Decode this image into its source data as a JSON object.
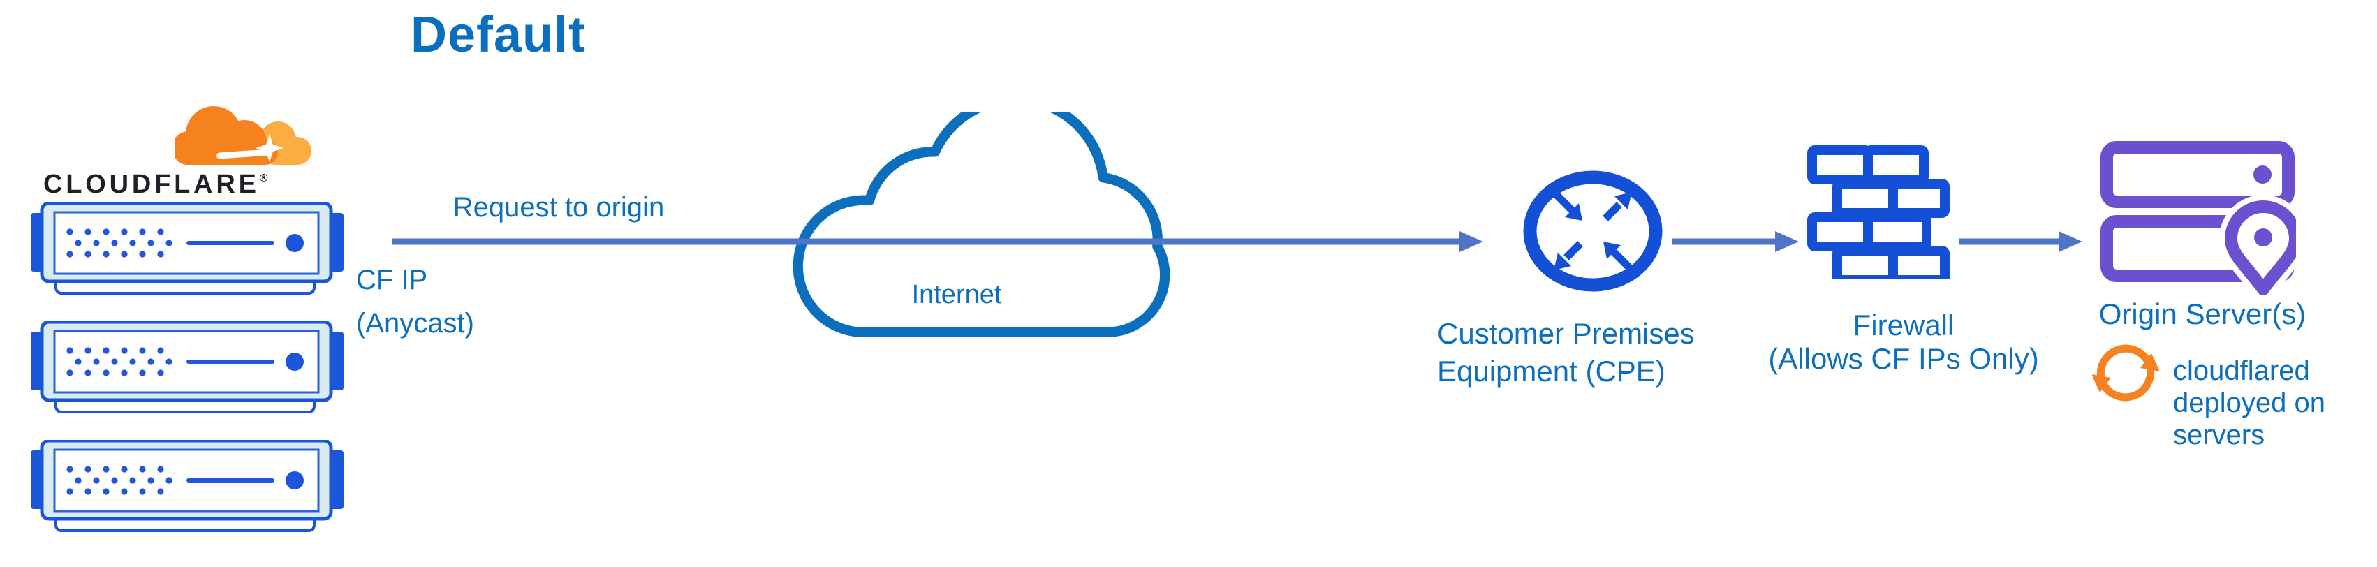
{
  "title": "Default",
  "brand": {
    "wordmark": "CLOUDFLARE",
    "registered_mark": "®"
  },
  "labels": {
    "request_to_origin": "Request to origin",
    "cf_ip": {
      "line1": "CF IP",
      "line2": "(Anycast)"
    },
    "internet": "Internet",
    "cpe": {
      "line1": "Customer Premises",
      "line2": "Equipment (CPE)"
    },
    "firewall": {
      "line1": "Firewall",
      "line2": "(Allows CF IPs Only)"
    },
    "origin_servers": "Origin Server(s)",
    "cloudflared": {
      "line1": "cloudflared",
      "line2": "deployed on",
      "line3": "servers"
    }
  },
  "icons": {
    "cloudflare_logo": "orange cloudflare cloud logo",
    "edge_servers": "three stacked blue rack servers",
    "internet_cloud": "blue outline cloud",
    "cpe_router": "circle with four crossing arrows",
    "firewall": "blue brick wall",
    "origin_server": "purple server stack with location pin",
    "sync_arrows": "orange circular refresh arrows"
  },
  "colors": {
    "label_text": "#0c6fbe",
    "cloud_stroke": "#0c6fbe",
    "royal_blue_icons": "#1450d6",
    "connector": "#4f75c8",
    "server_fill": "#d9ecf6",
    "purple": "#6b50d0",
    "orange": "#f6821f",
    "orange_light": "#fbad41",
    "wordmark_dark": "#1d2125",
    "background": "#ffffff"
  }
}
